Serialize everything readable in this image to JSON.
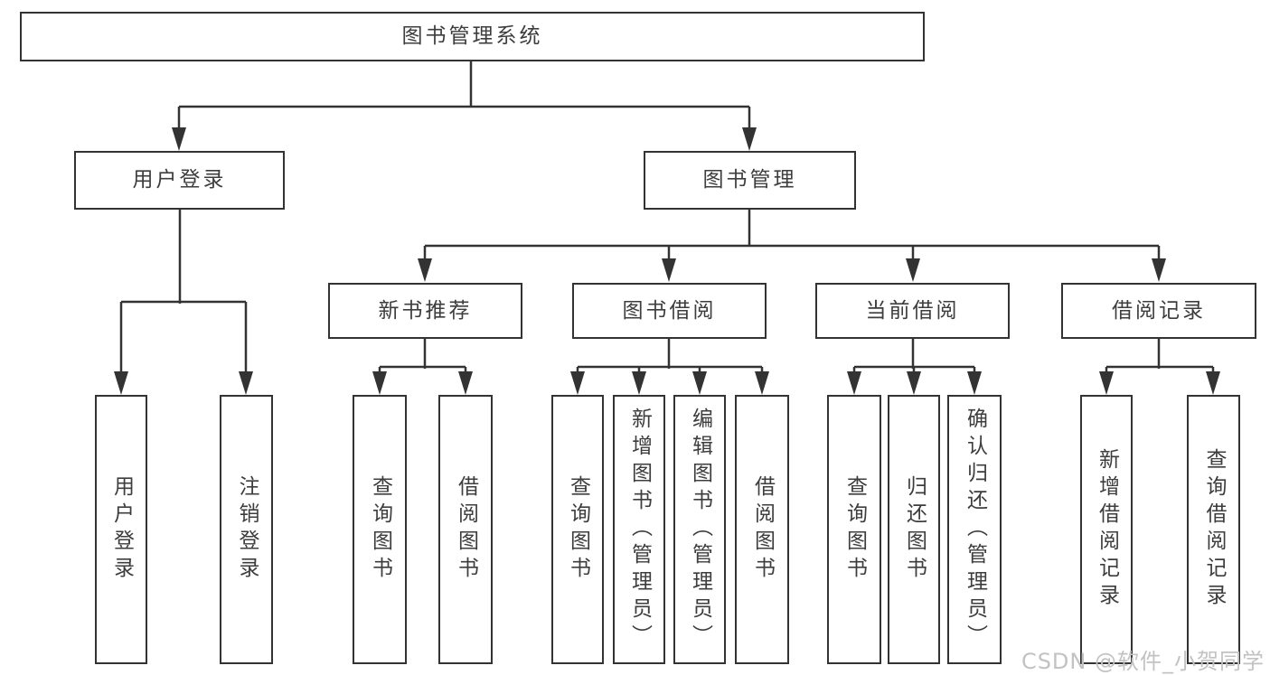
{
  "diagram": {
    "root": {
      "label": "图书管理系统"
    },
    "level2": [
      {
        "label": "用户登录"
      },
      {
        "label": "图书管理"
      }
    ],
    "level3": [
      {
        "label": "新书推荐"
      },
      {
        "label": "图书借阅"
      },
      {
        "label": "当前借阅"
      },
      {
        "label": "借阅记录"
      }
    ],
    "leaves": [
      {
        "label": "用户登录"
      },
      {
        "label": "注销登录"
      },
      {
        "label": "查询图书"
      },
      {
        "label": "借阅图书"
      },
      {
        "label": "查询图书"
      },
      {
        "label": "新增图书（管理员）"
      },
      {
        "label": "编辑图书（管理员）"
      },
      {
        "label": "借阅图书"
      },
      {
        "label": "查询图书"
      },
      {
        "label": "归还图书"
      },
      {
        "label": "确认归还（管理员）"
      },
      {
        "label": "新增借阅记录"
      },
      {
        "label": "查询借阅记录"
      }
    ]
  },
  "watermark": "CSDN @软件_小贺同学",
  "colors": {
    "line": "#333333",
    "text": "#3d3d3d",
    "background": "#ffffff",
    "watermark": "#c2c2c2"
  }
}
